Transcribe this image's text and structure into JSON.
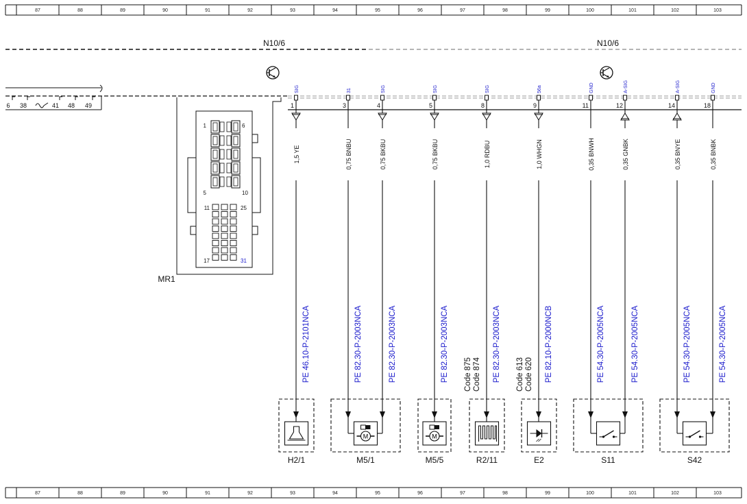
{
  "ruler": {
    "left_cols": [
      "87",
      "88",
      "89",
      "90",
      "91",
      "92",
      "93",
      "94",
      "95",
      "96",
      "97",
      "98",
      "99",
      "100",
      "101",
      "102",
      "103"
    ]
  },
  "modules": {
    "left_label": "N10/6",
    "right_label": "N10/6"
  },
  "left_stub": {
    "pins": [
      "6",
      "38",
      "41",
      "48",
      "49"
    ]
  },
  "connector": {
    "name": "MR1",
    "pin_labels": {
      "p1": "1",
      "p6": "6",
      "p5": "5",
      "p10": "10",
      "p11": "11",
      "p25": "25",
      "p17": "17",
      "p31": "31"
    }
  },
  "pins": [
    {
      "num": "1",
      "type": "SIG",
      "wire": "1,5 YE",
      "ref": "PE 46.10-P-2101NCA",
      "codes": []
    },
    {
      "num": "3",
      "type": "31",
      "wire": "0,75 BNBU",
      "ref": "PE 82.30-P-2003NCA",
      "codes": []
    },
    {
      "num": "4",
      "type": "SIG",
      "wire": "0,75 BKBU",
      "ref": "PE 82.30-P-2003NCA",
      "codes": []
    },
    {
      "num": "5",
      "type": "SIG",
      "wire": "0,75 BKBU",
      "ref": "PE 82.30-P-2003NCA",
      "codes": []
    },
    {
      "num": "8",
      "type": "SIG",
      "wire": "1,0 RDBU",
      "ref": "PE 82.30-P-2003NCA",
      "codes": [
        "Code 875",
        "Code 874"
      ]
    },
    {
      "num": "9",
      "type": "56a",
      "wire": "1,0 WHGN",
      "ref": "PE 82.10-P-2000NCB",
      "codes": [
        "Code 613",
        "Code 620"
      ]
    },
    {
      "num": "11",
      "type": "GND",
      "wire": "0,35 BNWH",
      "ref": "PE 54.30-P-2005NCA",
      "codes": []
    },
    {
      "num": "12",
      "type": "A-SIG",
      "wire": "0,35 GNBK",
      "ref": "PE 54.30-P-2005NCA",
      "codes": []
    },
    {
      "num": "14",
      "type": "A-SIG",
      "wire": "0,35 BNYE",
      "ref": "PE 54.30-P-2005NCA",
      "codes": []
    },
    {
      "num": "18",
      "type": "GND",
      "wire": "0,35 BNBK",
      "ref": "PE 54.30-P-2005NCA",
      "codes": []
    }
  ],
  "components": [
    {
      "label": "H2/1",
      "icon": "horn-icon"
    },
    {
      "label": "M5/1",
      "icon": "motor-icon"
    },
    {
      "label": "M5/5",
      "icon": "motor-icon"
    },
    {
      "label": "R2/11",
      "icon": "heating-element-icon"
    },
    {
      "label": "E2",
      "icon": "led-lamp-icon"
    },
    {
      "label": "S11",
      "icon": "switch-icon"
    },
    {
      "label": "S42",
      "icon": "switch-icon"
    }
  ],
  "colors": {
    "line": "#111111",
    "blue_text": "#1a1acc"
  }
}
